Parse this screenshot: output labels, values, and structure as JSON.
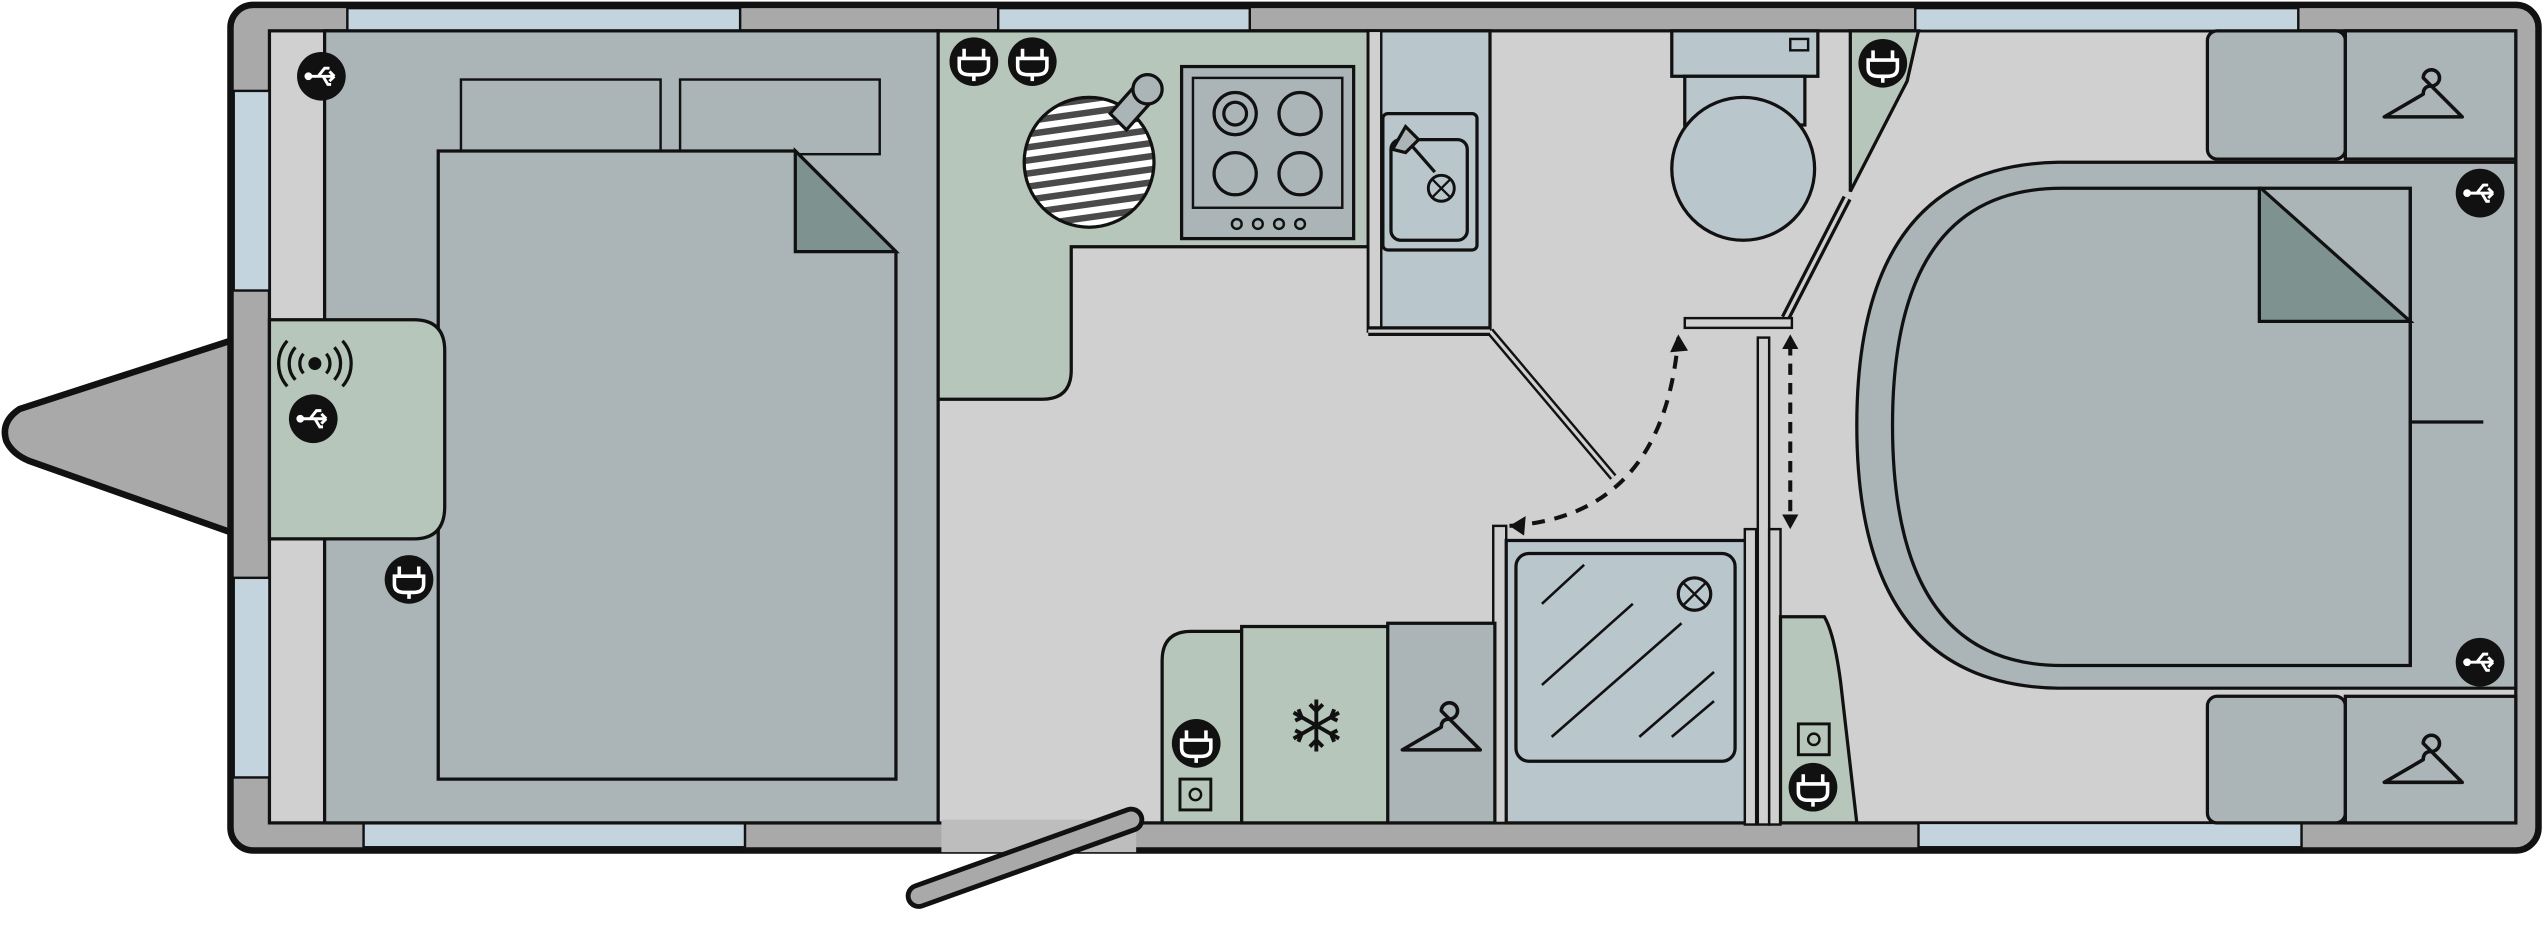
{
  "colors": {
    "shell": "#a9a9a9",
    "floor": "#d0d0d0",
    "furniture": "#abb5b7",
    "kitchen": "#b6c6ba",
    "wet": "#b9c6cc",
    "window": "#c3d4de",
    "line": "#111111",
    "fold": "#7e9290"
  },
  "icons": {
    "usb": "usb-icon",
    "socket": "socket-icon",
    "wifi": "wifi-icon",
    "hanger": "hanger-icon",
    "snowflake": "snowflake-icon",
    "sink": "sink-icon",
    "hob": "hob-icon",
    "toilet": "toilet-icon",
    "shower": "shower-icon",
    "aerial": "aerial-icon"
  },
  "rooms": [
    {
      "id": "front-bedroom",
      "icon": "bed"
    },
    {
      "id": "kitchen",
      "icon": "hob"
    },
    {
      "id": "washroom",
      "icon": "shower"
    },
    {
      "id": "rear-bedroom",
      "icon": "bed"
    }
  ]
}
